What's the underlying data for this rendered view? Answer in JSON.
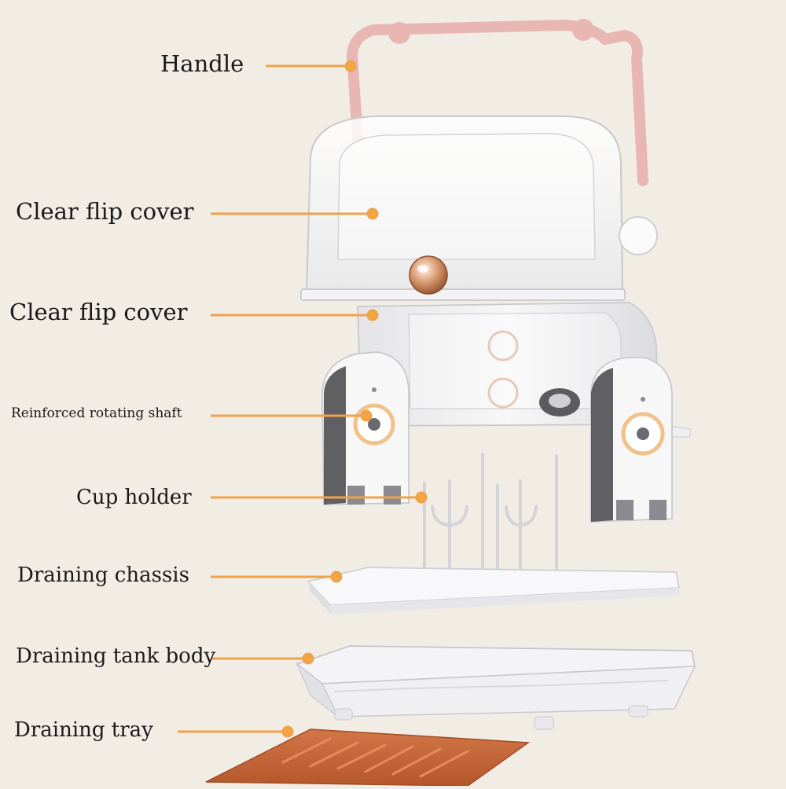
{
  "colors": {
    "background": "#f1ece4",
    "leader_line": "#f0a24a",
    "leader_dot": "#f4a640",
    "handle": "#e8b7b4",
    "drain_tray": "#c8683a",
    "knob": "#c98a62"
  },
  "labels": [
    {
      "id": "handle",
      "text": "Handle"
    },
    {
      "id": "clear-flip-cover-top",
      "text": "Clear flip cover"
    },
    {
      "id": "clear-flip-cover-middle",
      "text": "Clear flip cover"
    },
    {
      "id": "reinforced-rotating-shaft",
      "text": "Reinforced rotating shaft"
    },
    {
      "id": "cup-holder",
      "text": "Cup holder"
    },
    {
      "id": "draining-chassis",
      "text": "Draining chassis"
    },
    {
      "id": "draining-tank-body",
      "text": "Draining tank body"
    },
    {
      "id": "draining-tray",
      "text": "Draining tray"
    }
  ]
}
